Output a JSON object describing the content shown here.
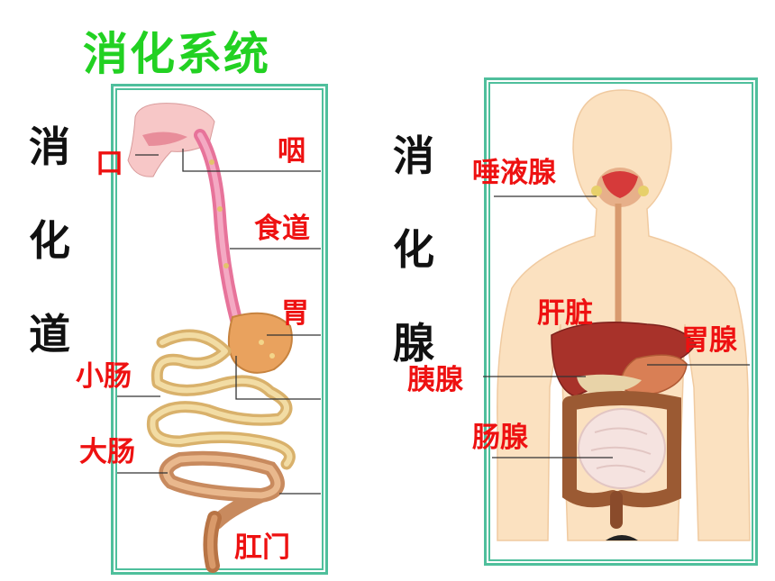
{
  "title": "消化系统",
  "left_heading": [
    "消",
    "化",
    "道"
  ],
  "right_heading": [
    "消",
    "化",
    "腺"
  ],
  "tract_labels": {
    "mouth": "口",
    "pharynx": "咽",
    "esophagus": "食道",
    "stomach": "胃",
    "small_intestine": "小肠",
    "large_intestine": "大肠",
    "anus": "肛门"
  },
  "gland_labels": {
    "salivary": "唾液腺",
    "liver": "肝脏",
    "gastric": "胃腺",
    "pancreas": "胰腺",
    "intestinal": "肠腺"
  },
  "colors": {
    "title": "#22d122",
    "label": "#ee1111",
    "frame": "#4fbf9c"
  }
}
